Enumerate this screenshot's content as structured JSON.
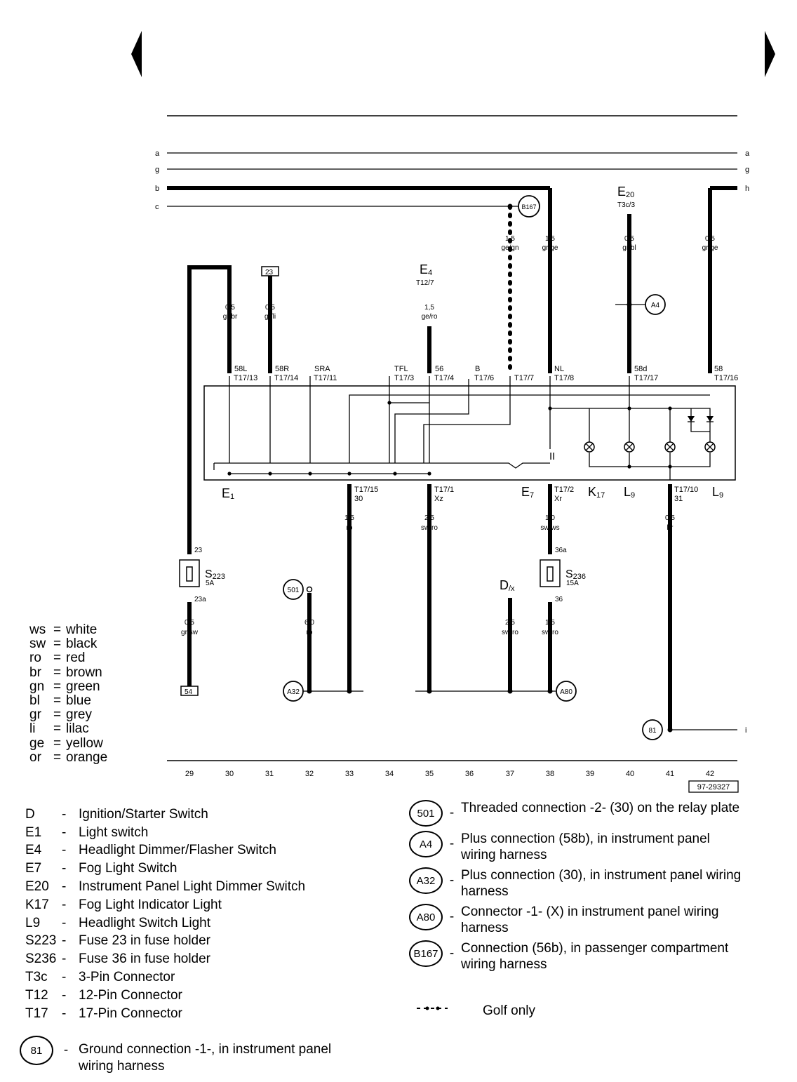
{
  "bus_lines": [
    {
      "name": "a",
      "left": "a",
      "right": "a"
    },
    {
      "name": "g",
      "left": "g",
      "right": "g"
    },
    {
      "name": "b",
      "left": "b",
      "right": "h"
    },
    {
      "name": "c",
      "left": "c",
      "right": ""
    }
  ],
  "bottom_right_line_label": "i",
  "wires_top": [
    {
      "size": "0,5",
      "color": "gr/br",
      "pin": "58L",
      "term": "T17/13"
    },
    {
      "size": "0,5",
      "color": "gr/li",
      "pin": "58R",
      "term": "T17/14"
    },
    {
      "size": "",
      "color": "",
      "pin": "SRA",
      "term": "T17/11"
    },
    {
      "size": "",
      "color": "",
      "pin": "TFL",
      "term": "T17/3"
    },
    {
      "size": "1,5",
      "color": "ge/ro",
      "pin": "56",
      "term": "T17/4"
    },
    {
      "size": "",
      "color": "",
      "pin": "B",
      "term": "T17/6"
    },
    {
      "size": "1,5",
      "color": "ge/gn",
      "pin": "",
      "term": "T17/7"
    },
    {
      "size": "1,5",
      "color": "gr/ge",
      "pin": "NL",
      "term": "T17/8"
    },
    {
      "size": "0,5",
      "color": "gr/bl",
      "pin": "58d",
      "term": "T17/17"
    },
    {
      "size": "0,5",
      "color": "gr/ge",
      "pin": "58",
      "term": "T17/16"
    }
  ],
  "wires_bottom": [
    {
      "term": "T17/15",
      "pin": "30",
      "size": "1,5",
      "color": "ro"
    },
    {
      "term": "T17/1",
      "pin": "Xz",
      "size": "2,5",
      "color": "sw/ro"
    },
    {
      "term": "T17/2",
      "pin": "Xr",
      "size": "1,0",
      "color": "sw/ws"
    },
    {
      "term": "T17/10",
      "pin": "31",
      "size": "0,5",
      "color": "br"
    }
  ],
  "top_components": [
    {
      "main": "E",
      "sub": "20",
      "detail": "T3c/3"
    },
    {
      "main": "E",
      "sub": "4",
      "detail": "T12/7"
    }
  ],
  "ref_boxes": [
    "23",
    "54"
  ],
  "circles": [
    "B167",
    "A4",
    "501",
    "A32",
    "A80",
    "81"
  ],
  "board_labels": [
    {
      "main": "E",
      "sub": "1"
    },
    {
      "main": "E",
      "sub": "7"
    },
    {
      "main": "K",
      "sub": "17"
    },
    {
      "main": "L",
      "sub": "9"
    },
    {
      "main": "L",
      "sub": "9"
    }
  ],
  "fuses": [
    {
      "main": "S",
      "sub": "223",
      "rating": "5A",
      "in": "23",
      "out": "23a"
    },
    {
      "main": "S",
      "sub": "236",
      "rating": "15A",
      "in": "36a",
      "out": "36"
    }
  ],
  "lower_wires": [
    {
      "size": "0,5",
      "color": "gr/sw"
    },
    {
      "size": "6,0",
      "color": "ro"
    },
    {
      "size": "2,5",
      "color": "sw/ro"
    },
    {
      "size": "1,5",
      "color": "sw/ro"
    }
  ],
  "d_label": {
    "main": "D",
    "sub": "/x"
  },
  "ii_label": "II",
  "track_numbers": [
    "29",
    "30",
    "31",
    "32",
    "33",
    "34",
    "35",
    "36",
    "37",
    "38",
    "39",
    "40",
    "41",
    "42"
  ],
  "drawing_code": "97-29327",
  "color_legend": [
    {
      "code": "ws",
      "name": "white"
    },
    {
      "code": "sw",
      "name": "black"
    },
    {
      "code": "ro",
      "name": "red"
    },
    {
      "code": "br",
      "name": "brown"
    },
    {
      "code": "gn",
      "name": "green"
    },
    {
      "code": "bl",
      "name": "blue"
    },
    {
      "code": "gr",
      "name": "grey"
    },
    {
      "code": "li",
      "name": "lilac"
    },
    {
      "code": "ge",
      "name": "yellow"
    },
    {
      "code": "or",
      "name": "orange"
    }
  ],
  "component_legend": [
    {
      "code": "D",
      "desc": "Ignition/Starter Switch"
    },
    {
      "code": "E1",
      "desc": "Light switch"
    },
    {
      "code": "E4",
      "desc": "Headlight Dimmer/Flasher Switch"
    },
    {
      "code": "E7",
      "desc": "Fog Light Switch"
    },
    {
      "code": "E20",
      "desc": "Instrument Panel Light Dimmer Switch"
    },
    {
      "code": "K17",
      "desc": "Fog Light Indicator Light"
    },
    {
      "code": "L9",
      "desc": "Headlight Switch Light"
    },
    {
      "code": "S223",
      "desc": "Fuse 23 in fuse holder"
    },
    {
      "code": "S236",
      "desc": "Fuse 36 in fuse holder"
    },
    {
      "code": "T3c",
      "desc": "3-Pin Connector"
    },
    {
      "code": "T12",
      "desc": "12-Pin Connector"
    },
    {
      "code": "T17",
      "desc": "17-Pin Connector"
    }
  ],
  "connection_legend": [
    {
      "code": "501",
      "line1": "Threaded connection -2- (30) on the relay plate",
      "line2": ""
    },
    {
      "code": "A4",
      "line1": "Plus connection (58b), in instrument panel",
      "line2": "wiring harness"
    },
    {
      "code": "A32",
      "line1": "Plus connection (30), in instrument panel wiring",
      "line2": "harness"
    },
    {
      "code": "A80",
      "line1": "Connector -1- (X) in instrument panel wiring",
      "line2": "harness"
    },
    {
      "code": "B167",
      "line1": "Connection (56b), in passenger compartment",
      "line2": "wiring harness"
    }
  ],
  "golf_note": "Golf only",
  "ground_legend": {
    "code": "81",
    "line1": "Ground connection -1-, in instrument panel",
    "line2": "wiring harness"
  }
}
